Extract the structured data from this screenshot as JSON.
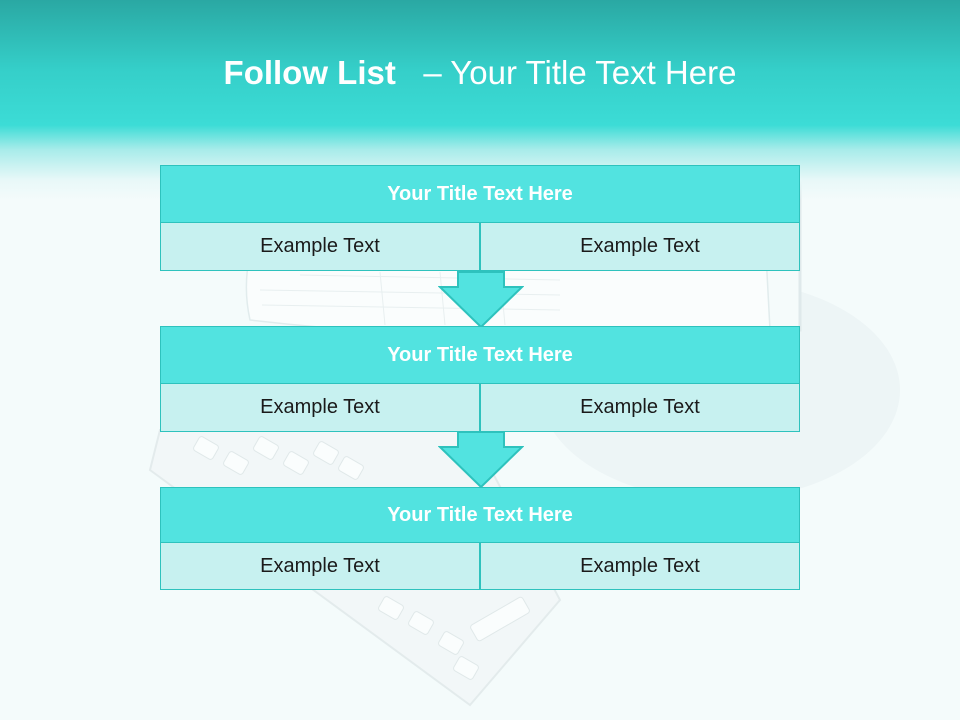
{
  "title": {
    "bold_part": "Follow List",
    "rest_part": "– Your Title Text Here"
  },
  "blocks": [
    {
      "title": "Your Title Text Here",
      "left_text": "Example Text",
      "right_text": "Example Text"
    },
    {
      "title": "Your Title Text Here",
      "left_text": "Example Text",
      "right_text": "Example Text"
    },
    {
      "title": "Your Title Text Here",
      "left_text": "Example Text",
      "right_text": "Example Text"
    }
  ],
  "colors": {
    "header": "#35cfc9",
    "block_title_fill": "#52e3e0",
    "cell_fill": "#c7f1f0",
    "border": "#2ec2bd",
    "arrow": "#52e3e0"
  },
  "background_image": "faded-keyboard-and-document-image"
}
